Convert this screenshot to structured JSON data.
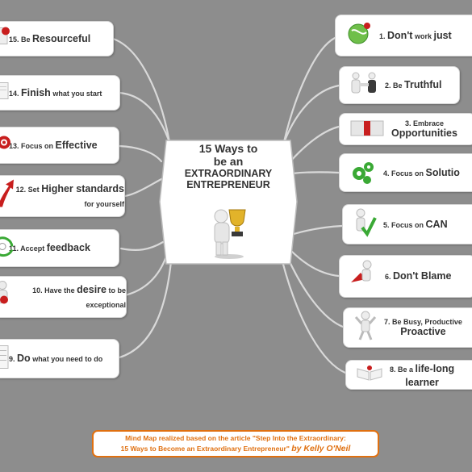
{
  "center": {
    "title_line1": "15 Ways to",
    "title_line2": "be an",
    "title_line3": "EXTRAORDINARY",
    "title_line4": "ENTREPRENEUR"
  },
  "left_nodes": [
    {
      "small": "15. Be ",
      "big": "Resourceful",
      "tail": ""
    },
    {
      "small": "14. ",
      "big": "Finish",
      "tail": " what you start"
    },
    {
      "small": "13. Focus on ",
      "big": "Effective",
      "tail": ""
    },
    {
      "small": "12. Set ",
      "big": "Higher standards",
      "tail": " for yourself"
    },
    {
      "small": "11. Accept ",
      "big": "feedback",
      "tail": ""
    },
    {
      "small": "10. Have the ",
      "big": "desire",
      "tail": " to be exceptional"
    },
    {
      "small": "9. ",
      "big": "Do",
      "tail": " what you need to do"
    }
  ],
  "right_nodes": [
    {
      "small": "1. ",
      "big": "Don't",
      "mid": " work ",
      "big2": "just",
      "tail": ""
    },
    {
      "small": "2. Be ",
      "big": "Truthful",
      "tail": ""
    },
    {
      "small": "3. Embrace",
      "big": "Opportunities",
      "tail": ""
    },
    {
      "small": "4. Focus on ",
      "big": "Solutio",
      "tail": ""
    },
    {
      "small": "5. Focus on ",
      "big": "CAN",
      "tail": ""
    },
    {
      "small": "6. ",
      "big": "Don't Blame",
      "tail": ""
    },
    {
      "small": "7. Be Busy, Productive",
      "big": "Proactive",
      "tail": ""
    },
    {
      "small": "8. Be a ",
      "big": "life-long",
      "tail": "learner"
    }
  ],
  "footer": {
    "line1": "Mind Map realized based on the article \"Step Into the Extraordinary:",
    "line2": "15 Ways to Become an Extraordinary Entrepreneur\" ",
    "author": "by Kelly O'Neil"
  },
  "colors": {
    "background": "#8d8d8d",
    "link": "#d9d9d9",
    "footer_accent": "#e07010"
  }
}
